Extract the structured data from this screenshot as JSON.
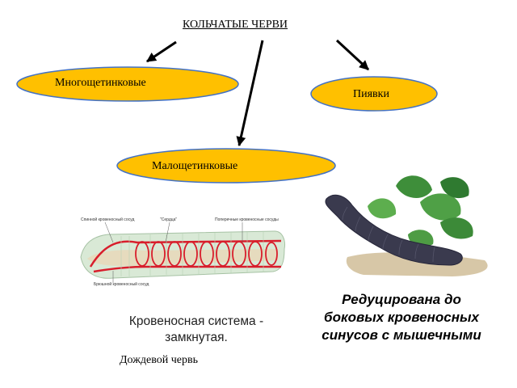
{
  "title": "КОЛЬЧАТЫЕ ЧЕРВИ",
  "groups": {
    "polychaetes": "Многощетинковые",
    "leeches": "Пиявки",
    "oligochaetes": "Малощетинковые"
  },
  "worm_image": {
    "dorsal_vessel": "Спинной кровеносный сосуд",
    "hearts": "\"Сердца\"",
    "ring_vessels": "Поперечные кровеносные сосуды",
    "ventral_vessel": "Брюшной кровеносный сосуд"
  },
  "captions": {
    "circulation": "Кровеносная система - замкнутая.",
    "earthworm": "Дождевой червь",
    "leech": "Редуцирована до боковых кровеносных синусов с мышечными"
  },
  "colors": {
    "oval_fill": "#FFC000",
    "oval_stroke": "#4472C4",
    "vessel_red": "#D81E2C",
    "leech_body": "#3A3A4E"
  }
}
